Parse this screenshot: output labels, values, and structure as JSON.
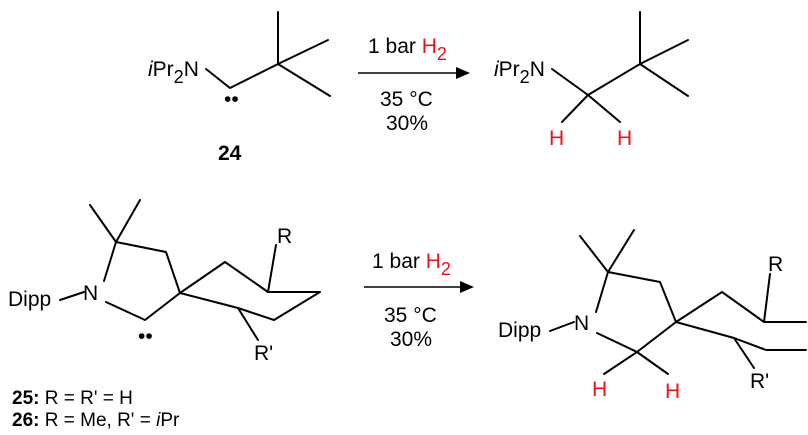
{
  "reaction1": {
    "reactant": {
      "substituent_prefix": "i",
      "substituent_main": "Pr",
      "substituent_sub": "2",
      "substituent_tail": "N",
      "lone_pair": "••",
      "compound_number": "24"
    },
    "conditions": {
      "reagent_prefix": "1 bar ",
      "reagent_main": "H",
      "reagent_sub": "2",
      "temperature": "35 °C",
      "yield": "30%"
    },
    "product": {
      "substituent_prefix": "i",
      "substituent_main": "Pr",
      "substituent_sub": "2",
      "substituent_tail": "N",
      "h_left": "H",
      "h_right": "H"
    }
  },
  "reaction2": {
    "reactant": {
      "n_label": "N",
      "dipp_label": "Dipp",
      "r_label": "R",
      "r_prime_label": "R'",
      "lone_pair": "••"
    },
    "conditions": {
      "reagent_prefix": "1 bar ",
      "reagent_main": "H",
      "reagent_sub": "2",
      "temperature": "35 °C",
      "yield": "30%"
    },
    "product": {
      "n_label": "N",
      "dipp_label": "Dipp",
      "r_label": "R",
      "r_prime_label": "R'",
      "h_left": "H",
      "h_right": "H"
    },
    "legend": [
      {
        "number": "25:",
        "text": " R = R' = H",
        "text_italic": "",
        "text_tail": ""
      },
      {
        "number": "26:",
        "text": " R = Me, R' = ",
        "text_italic": "i",
        "text_tail": "Pr"
      }
    ]
  },
  "colors": {
    "hydrogen_highlight": "#e8141c",
    "bond": "#000000"
  }
}
